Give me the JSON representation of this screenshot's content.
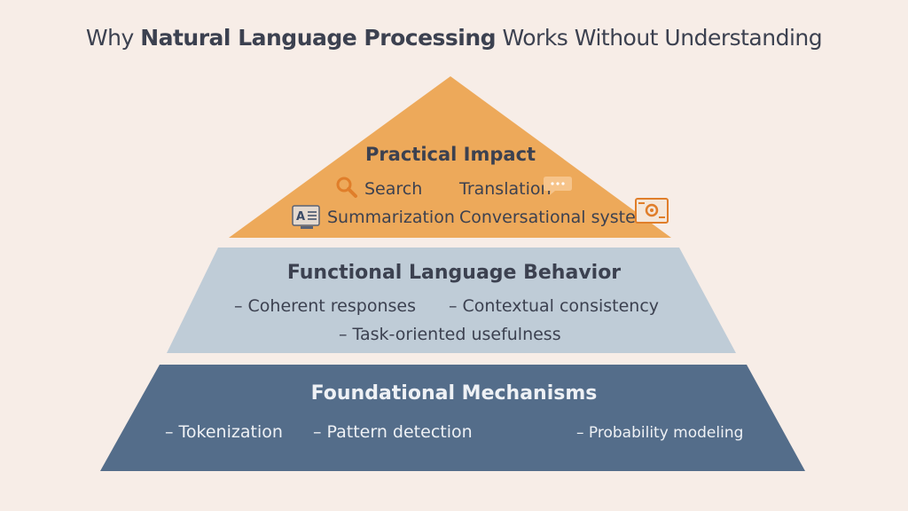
{
  "title": {
    "prefix": "Why",
    "emphasis": "Natural Language Processing",
    "suffix": "Works Without Understanding"
  },
  "tiers": [
    {
      "title": "Practical Impact",
      "color": "#eda95a",
      "items": [
        "Search",
        "Translation",
        "Summarization",
        "Conversational systems"
      ],
      "icons": [
        "magnifier-icon",
        "chat-bubble-icon",
        "text-summary-icon",
        "gear-monitor-icon"
      ]
    },
    {
      "title": "Functional Language Behavior",
      "color": "#bfccd7",
      "items": [
        "– Coherent responses",
        "– Contextual consistency",
        "– Task-oriented usefulness"
      ]
    },
    {
      "title": "Foundational Mechanisms",
      "color": "#546d8a",
      "items": [
        "– Tokenization",
        "– Pattern detection",
        "– Probability modeling"
      ]
    }
  ]
}
